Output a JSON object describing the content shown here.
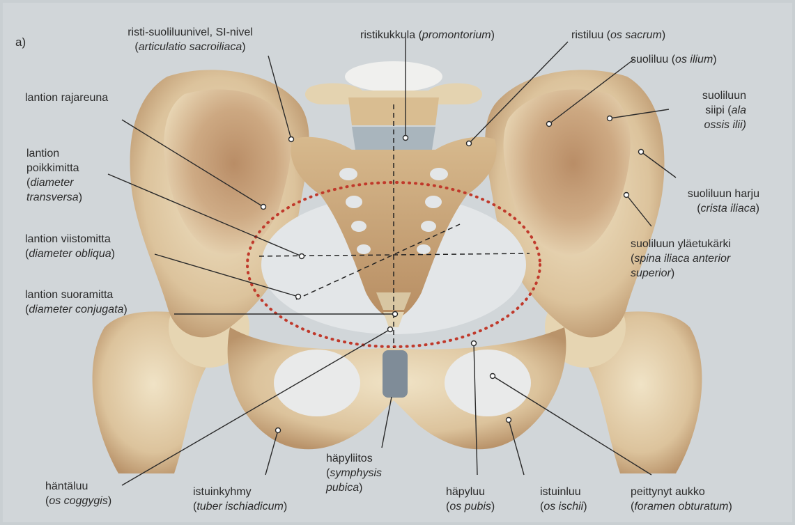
{
  "figure_letter": "a)",
  "labels": {
    "si_joint": {
      "line1": "risti-suoliluunivel, SI-nivel",
      "line2": "articulatio sacroiliaca"
    },
    "promontory": {
      "text": "ristikukkula",
      "latin": "promontorium"
    },
    "sacrum": {
      "text": "ristiluu",
      "latin": "os sacrum"
    },
    "ilium": {
      "text": "suoliluu",
      "latin": "os ilium"
    },
    "iliac_wing": {
      "line1": "suoliluun",
      "line2a": "siipi (",
      "line2b": "ala",
      "line3": "ossis ilii)"
    },
    "pelvic_brim": {
      "text": "lantion rajareuna"
    },
    "transverse_diameter": {
      "line1": "lantion",
      "line2": "poikkimitta",
      "line3": "diameter",
      "line4": "transversa"
    },
    "iliac_crest": {
      "text": "suoliluun harju",
      "latin": "crista iliaca"
    },
    "asis": {
      "line1": "suoliluun yläetukärki",
      "line2": "spina iliaca anterior",
      "line3": "superior"
    },
    "oblique_diameter": {
      "text": "lantion viistomitta",
      "latin": "diameter obliqua"
    },
    "conjugate_diameter": {
      "text": "lantion suoramitta",
      "latin": "diameter conjugata"
    },
    "coccyx": {
      "text": "häntäluu",
      "latin": "os coggygis"
    },
    "ischial_tuberosity": {
      "text": "istuinkyhmy",
      "latin": "tuber ischiadicum"
    },
    "pubic_symphysis": {
      "text": "häpyliitos",
      "latin1": "symphysis",
      "latin2": "pubica"
    },
    "pubis": {
      "text": "häpyluu",
      "latin": "os pubis"
    },
    "ischium": {
      "text": "istuinluu",
      "latin": "os ischii"
    },
    "obturator_foramen": {
      "text": "peittynyt aukko",
      "latin": "foramen obturatum"
    }
  },
  "colors": {
    "background": "#c9cfd2",
    "bone": "#e8d9b8",
    "bone_shadow": "#b28660",
    "cartilage": "#7f8c98",
    "brim_outline": "#c0392b",
    "leader_line": "#2a2a2a"
  }
}
